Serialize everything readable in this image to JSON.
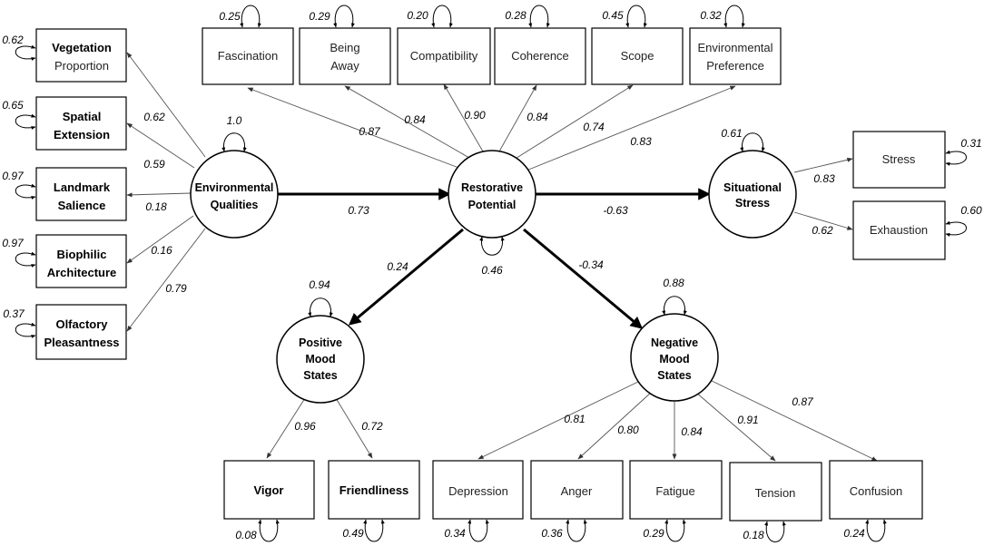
{
  "latents": {
    "env": {
      "lines": [
        "Environmental",
        "Qualities"
      ],
      "variance": "1.0"
    },
    "rest": {
      "lines": [
        "Restorative",
        "Potential"
      ],
      "variance": "0.46"
    },
    "sit": {
      "lines": [
        "Situational",
        "Stress"
      ],
      "variance": "0.61"
    },
    "pos": {
      "lines": [
        "Positive",
        "Mood",
        "States"
      ],
      "variance": "0.94"
    },
    "neg": {
      "lines": [
        "Negative",
        "Mood",
        "States"
      ],
      "variance": "0.88"
    }
  },
  "indicators": {
    "vegetation": {
      "lines": [
        "Vegetation",
        "Proportion"
      ],
      "loading": "0.62",
      "error": "0.62"
    },
    "spatial": {
      "lines": [
        "Spatial",
        "Extension"
      ],
      "loading": "0.59",
      "error": "0.65"
    },
    "landmark": {
      "lines": [
        "Landmark",
        "Salience"
      ],
      "loading": "0.18",
      "error": "0.97"
    },
    "biophilic": {
      "lines": [
        "Biophilic",
        "Architecture"
      ],
      "loading": "0.16",
      "error": "0.97"
    },
    "olfactory": {
      "lines": [
        "Olfactory",
        "Pleasantness"
      ],
      "loading": "0.79",
      "error": "0.37"
    },
    "fascination": {
      "lines": [
        "Fascination"
      ],
      "loading": "0.87",
      "error": "0.25"
    },
    "being_away": {
      "lines": [
        "Being",
        "Away"
      ],
      "loading": "0.84",
      "error": "0.29"
    },
    "compatibility": {
      "lines": [
        "Compatibility"
      ],
      "loading": "0.90",
      "error": "0.20"
    },
    "coherence": {
      "lines": [
        "Coherence"
      ],
      "loading": "0.84",
      "error": "0.28"
    },
    "scope": {
      "lines": [
        "Scope"
      ],
      "loading": "0.74",
      "error": "0.45"
    },
    "env_pref": {
      "lines": [
        "Environmental",
        "Preference"
      ],
      "loading": "0.83",
      "error": "0.32"
    },
    "stress": {
      "lines": [
        "Stress"
      ],
      "loading": "0.83",
      "error": "0.31"
    },
    "exhaustion": {
      "lines": [
        "Exhaustion"
      ],
      "loading": "0.62",
      "error": "0.60"
    },
    "vigor": {
      "lines": [
        "Vigor"
      ],
      "loading": "0.96",
      "error": "0.08"
    },
    "friendliness": {
      "lines": [
        "Friendliness"
      ],
      "loading": "0.72",
      "error": "0.49"
    },
    "depression": {
      "lines": [
        "Depression"
      ],
      "loading": "0.81",
      "error": "0.34"
    },
    "anger": {
      "lines": [
        "Anger"
      ],
      "loading": "0.80",
      "error": "0.36"
    },
    "fatigue": {
      "lines": [
        "Fatigue"
      ],
      "loading": "0.84",
      "error": "0.29"
    },
    "tension": {
      "lines": [
        "Tension"
      ],
      "loading": "0.91",
      "error": "0.18"
    },
    "confusion": {
      "lines": [
        "Confusion"
      ],
      "loading": "0.87",
      "error": "0.24"
    }
  },
  "paths": {
    "env_to_rest": "0.73",
    "rest_to_sit": "-0.63",
    "rest_to_pos": "0.24",
    "rest_to_neg": "-0.34"
  }
}
